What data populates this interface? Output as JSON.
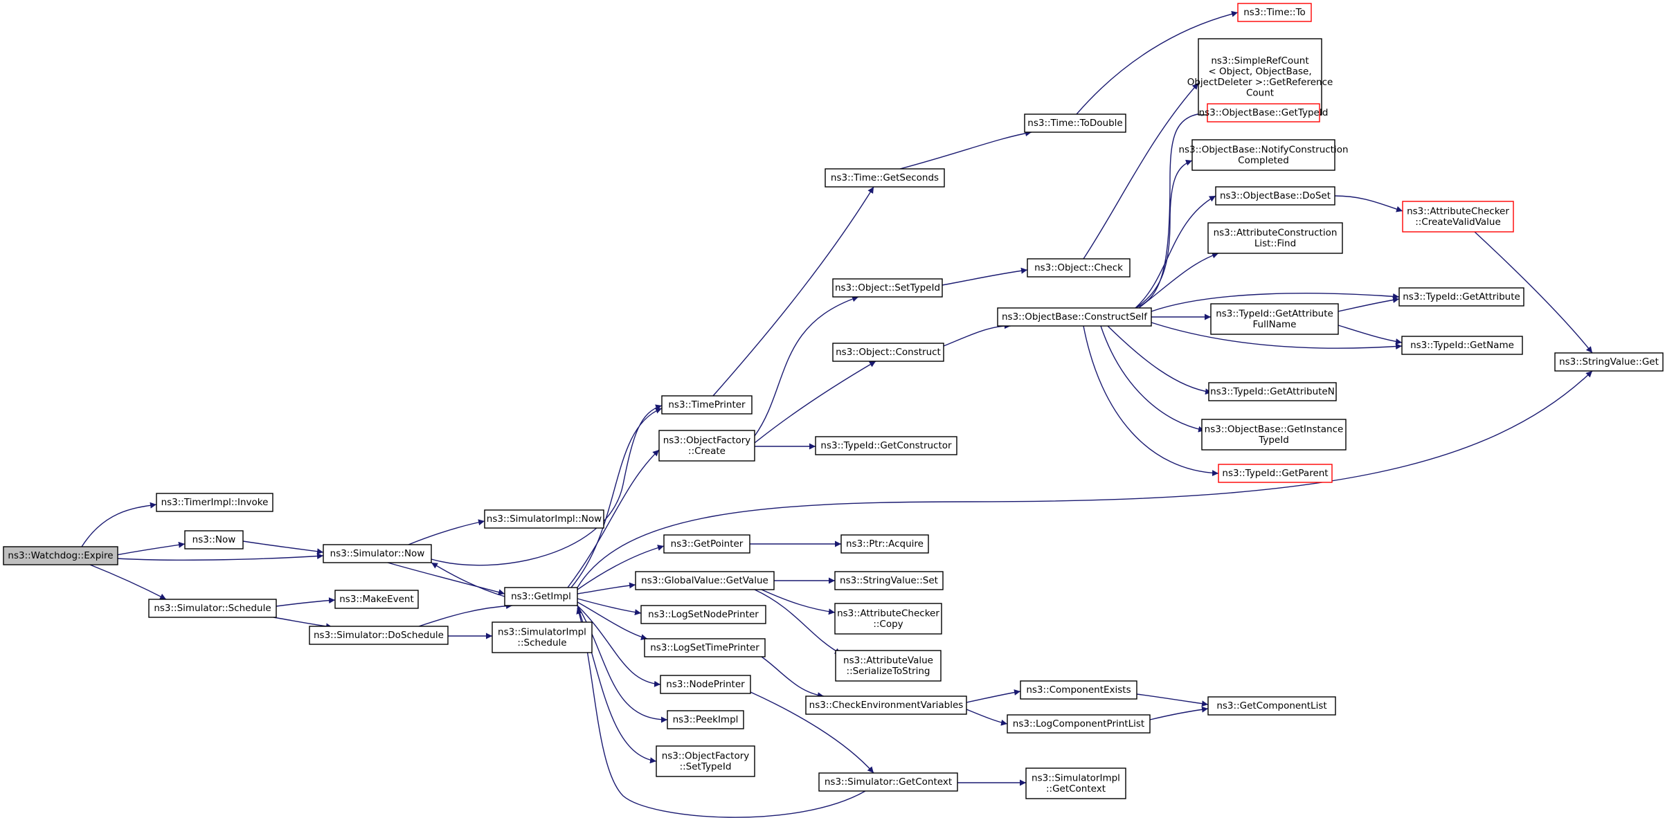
{
  "edge_color": "#191970",
  "root_fill": "#bfbfbf",
  "truncated_border_color": "#ff0000",
  "nodes": [
    {
      "id": "expire",
      "lines": [
        "ns3::Watchdog::Expire"
      ],
      "style": "root"
    },
    {
      "id": "timerimpl_invoke",
      "lines": [
        "ns3::TimerImpl::Invoke"
      ]
    },
    {
      "id": "now",
      "lines": [
        "ns3::Now"
      ]
    },
    {
      "id": "sim_now",
      "lines": [
        "ns3::Simulator::Now"
      ]
    },
    {
      "id": "simimpl_now",
      "lines": [
        "ns3::SimulatorImpl::Now"
      ]
    },
    {
      "id": "sim_schedule",
      "lines": [
        "ns3::Simulator::Schedule"
      ]
    },
    {
      "id": "makeevent",
      "lines": [
        "ns3::MakeEvent"
      ]
    },
    {
      "id": "sim_doschedule",
      "lines": [
        "ns3::Simulator::DoSchedule"
      ]
    },
    {
      "id": "simimpl_schedule",
      "lines": [
        "ns3::SimulatorImpl",
        "::Schedule"
      ]
    },
    {
      "id": "getimpl",
      "lines": [
        "ns3::GetImpl"
      ]
    },
    {
      "id": "timeprinter",
      "lines": [
        "ns3::TimePrinter"
      ]
    },
    {
      "id": "objfactory_create",
      "lines": [
        "ns3::ObjectFactory",
        "::Create"
      ]
    },
    {
      "id": "getpointer",
      "lines": [
        "ns3::GetPointer"
      ]
    },
    {
      "id": "gv_getvalue",
      "lines": [
        "ns3::GlobalValue::GetValue"
      ]
    },
    {
      "id": "logsetnodeprinter",
      "lines": [
        "ns3::LogSetNodePrinter"
      ]
    },
    {
      "id": "logsettimeprinter",
      "lines": [
        "ns3::LogSetTimePrinter"
      ]
    },
    {
      "id": "nodeprinter",
      "lines": [
        "ns3::NodePrinter"
      ]
    },
    {
      "id": "peekimpl",
      "lines": [
        "ns3::PeekImpl"
      ]
    },
    {
      "id": "objfactory_settypeid",
      "lines": [
        "ns3::ObjectFactory",
        "::SetTypeId"
      ]
    },
    {
      "id": "time_getseconds",
      "lines": [
        "ns3::Time::GetSeconds"
      ]
    },
    {
      "id": "object_settypeid",
      "lines": [
        "ns3::Object::SetTypeId"
      ]
    },
    {
      "id": "object_construct",
      "lines": [
        "ns3::Object::Construct"
      ]
    },
    {
      "id": "typeid_getconstructor",
      "lines": [
        "ns3::TypeId::GetConstructor"
      ]
    },
    {
      "id": "ptr_acquire",
      "lines": [
        "ns3::Ptr::Acquire"
      ]
    },
    {
      "id": "stringvalue_set",
      "lines": [
        "ns3::StringValue::Set"
      ]
    },
    {
      "id": "attrchecker_copy",
      "lines": [
        "ns3::AttributeChecker",
        "::Copy"
      ]
    },
    {
      "id": "attrvalue_serialize",
      "lines": [
        "ns3::AttributeValue",
        "::SerializeToString"
      ]
    },
    {
      "id": "checkenv",
      "lines": [
        "ns3::CheckEnvironmentVariables"
      ]
    },
    {
      "id": "sim_getcontext",
      "lines": [
        "ns3::Simulator::GetContext"
      ]
    },
    {
      "id": "time_todouble",
      "lines": [
        "ns3::Time::ToDouble"
      ]
    },
    {
      "id": "time_to",
      "lines": [
        "ns3::Time::To"
      ],
      "style": "red"
    },
    {
      "id": "object_check",
      "lines": [
        "ns3::Object::Check"
      ]
    },
    {
      "id": "objbase_constructself",
      "lines": [
        "ns3::ObjectBase::ConstructSelf"
      ]
    },
    {
      "id": "componentexists",
      "lines": [
        "ns3::ComponentExists"
      ]
    },
    {
      "id": "logcomponentprintlist",
      "lines": [
        "ns3::LogComponentPrintList"
      ]
    },
    {
      "id": "simimpl_getcontext",
      "lines": [
        "ns3::SimulatorImpl",
        "::GetContext"
      ]
    },
    {
      "id": "simplerefcount",
      "lines": [
        "ns3::SimpleRefCount",
        "< Object, ObjectBase,",
        "ObjectDeleter >::GetReference",
        "Count"
      ]
    },
    {
      "id": "objbase_gettypeid",
      "lines": [
        "ns3::ObjectBase::GetTypeId"
      ],
      "style": "red"
    },
    {
      "id": "objbase_notify",
      "lines": [
        "ns3::ObjectBase::NotifyConstruction",
        "Completed"
      ]
    },
    {
      "id": "objbase_doset",
      "lines": [
        "ns3::ObjectBase::DoSet"
      ]
    },
    {
      "id": "attrconstruction_find",
      "lines": [
        "ns3::AttributeConstruction",
        "List::Find"
      ]
    },
    {
      "id": "typeid_getattributefullname",
      "lines": [
        "ns3::TypeId::GetAttribute",
        "FullName"
      ]
    },
    {
      "id": "typeid_getattributen",
      "lines": [
        "ns3::TypeId::GetAttributeN"
      ]
    },
    {
      "id": "objbase_getinstancetypeid",
      "lines": [
        "ns3::ObjectBase::GetInstance",
        "TypeId"
      ]
    },
    {
      "id": "typeid_getparent",
      "lines": [
        "ns3::TypeId::GetParent"
      ],
      "style": "red"
    },
    {
      "id": "getcomponentlist",
      "lines": [
        "ns3::GetComponentList"
      ]
    },
    {
      "id": "attrchecker_createvalid",
      "lines": [
        "ns3::AttributeChecker",
        "::CreateValidValue"
      ],
      "style": "red"
    },
    {
      "id": "typeid_getattribute",
      "lines": [
        "ns3::TypeId::GetAttribute"
      ]
    },
    {
      "id": "typeid_getname",
      "lines": [
        "ns3::TypeId::GetName"
      ]
    },
    {
      "id": "stringvalue_get",
      "lines": [
        "ns3::StringValue::Get"
      ]
    }
  ]
}
